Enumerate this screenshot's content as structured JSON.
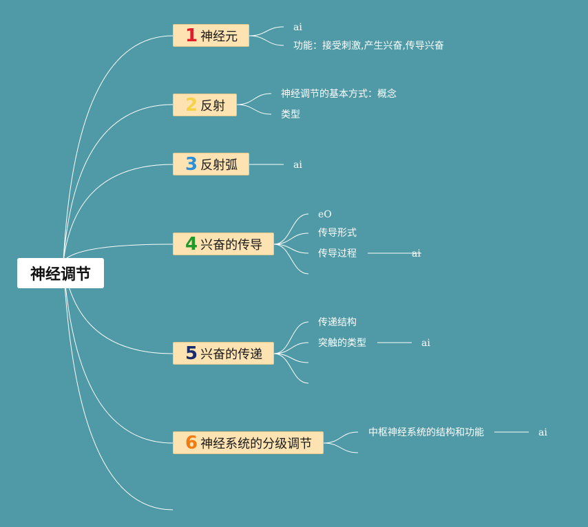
{
  "root": "神经调节",
  "branches": [
    {
      "num": "1",
      "num_color": "#e01e2b",
      "label": "神经元",
      "children": [
        {
          "text": "ai",
          "note": ""
        },
        {
          "text": "功能：接受刺激,产生兴奋,传导兴奋",
          "note": ""
        }
      ]
    },
    {
      "num": "2",
      "num_color": "#f5d24a",
      "label": "反射",
      "children": [
        {
          "text": "神经调节的基本方式：概念",
          "note": ""
        },
        {
          "text": "类型",
          "note": ""
        }
      ]
    },
    {
      "num": "3",
      "num_color": "#2f8fd6",
      "label": "反射弧",
      "children": [
        {
          "text": "ai",
          "note": ""
        }
      ]
    },
    {
      "num": "4",
      "num_color": "#1f9a2a",
      "label": "兴奋的传导",
      "children": [
        {
          "text": "eO",
          "note": ""
        },
        {
          "text": "传导形式",
          "note": ""
        },
        {
          "text": "传导过程",
          "note": "ai"
        },
        {
          "text": "",
          "note": ""
        }
      ]
    },
    {
      "num": "5",
      "num_color": "#1a2a6e",
      "label": "兴奋的传递",
      "children": [
        {
          "text": "传递结构",
          "note": ""
        },
        {
          "text": "突触的类型",
          "note": "ai"
        },
        {
          "text": "",
          "note": ""
        },
        {
          "text": "",
          "note": ""
        }
      ]
    },
    {
      "num": "6",
      "num_color": "#f27a10",
      "label": "神经系统的分级调节",
      "children": [
        {
          "text": "中枢神经系统的结构和功能",
          "note": "ai"
        },
        {
          "text": "",
          "note": ""
        }
      ]
    }
  ],
  "colors": {
    "background": "#4f9aa6",
    "node_fill": "#fde3b2",
    "line": "#ffffff"
  }
}
